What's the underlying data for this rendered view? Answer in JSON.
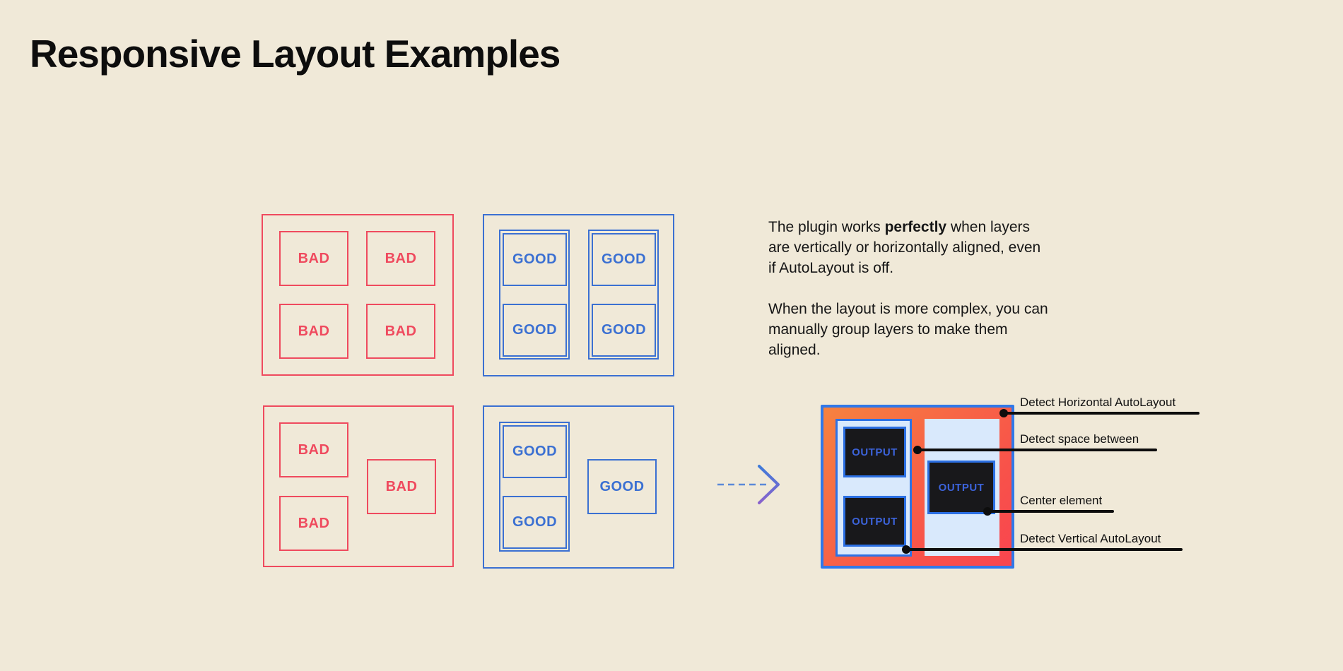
{
  "title": "Responsive Layout Examples",
  "labels": {
    "bad": "BAD",
    "good": "GOOD",
    "output": "OUTPUT"
  },
  "description": {
    "p1_before": "The plugin works ",
    "p1_bold": "perfectly",
    "p1_after": " when layers are vertically or horizontally aligned, even if AutoLayout is off.",
    "p2": "When the layout is more complex, you can manually group layers to make them aligned."
  },
  "annotations": [
    {
      "label": "Detect Horizontal AutoLayout"
    },
    {
      "label": "Detect space between"
    },
    {
      "label": "Center element"
    },
    {
      "label": "Detect Vertical AutoLayout"
    }
  ],
  "colors": {
    "background": "#F0E9D8",
    "bad_red": "#EF4A5E",
    "good_blue": "#3B70D2",
    "output_border_blue": "#3078E9",
    "gradient_start_orange": "#F6823F",
    "gradient_end_red": "#F9454F",
    "light_blue_fill": "#D9E9FC",
    "dark_box": "#18181B",
    "output_text_blue": "#3C63DA",
    "annotation_black": "#0D0D0D"
  }
}
